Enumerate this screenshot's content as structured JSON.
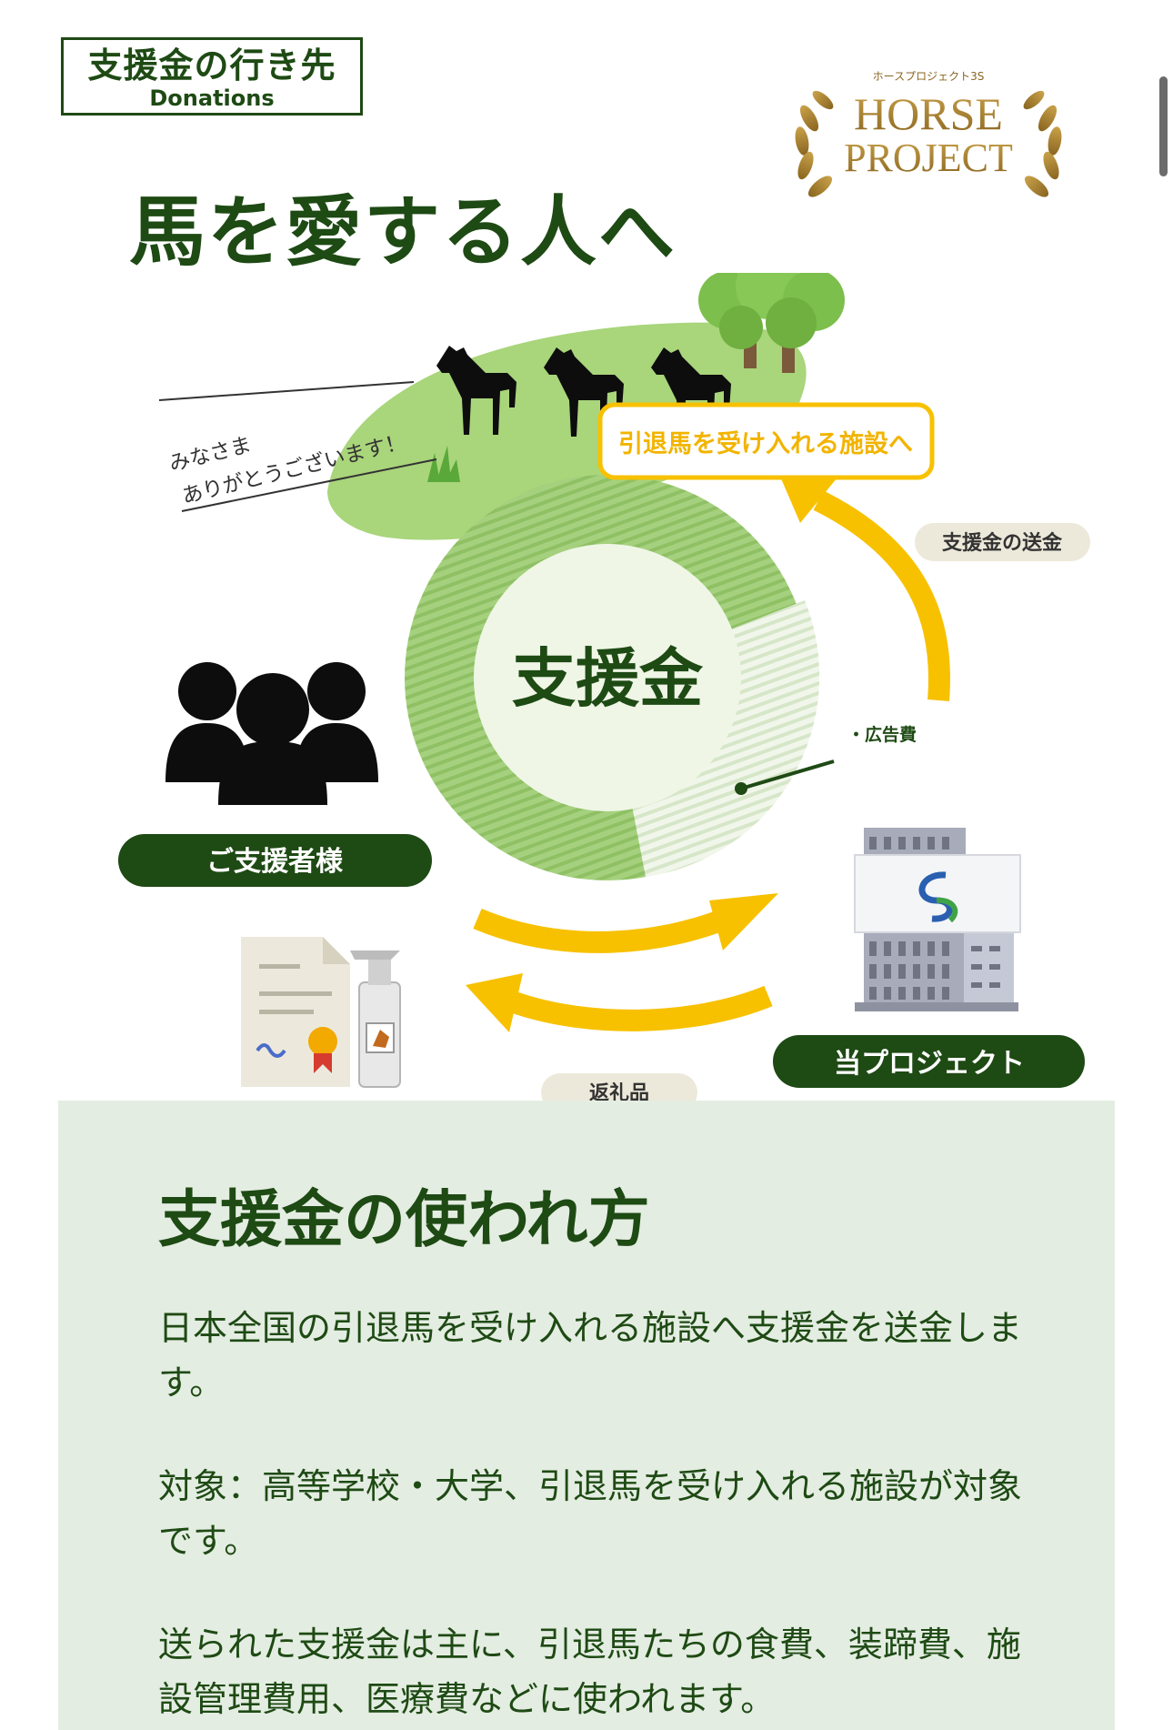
{
  "badge": {
    "title": "支援金の行き先",
    "subtitle": "Donations"
  },
  "logo": {
    "small_text": "ホースプロジェクト3S",
    "line1": "HORSE",
    "line2": "PROJECT"
  },
  "headline": "馬を愛する人へ",
  "diagram": {
    "thanks_line1": "みなさま",
    "thanks_line2": "ありがとうございます！",
    "facility_label": "引退馬を受け入れる施設へ",
    "remittance_label": "支援金の送金",
    "center_label": "支援金",
    "ad_cost_label": "・広告費",
    "supporters_label": "ご支援者様",
    "project_label": "当プロジェクト",
    "gift_label": "返礼品"
  },
  "usage": {
    "title": "支援金の使われ方",
    "paragraphs": [
      "日本全国の引退馬を受け入れる施設へ支援金を送金します。",
      "対象：高等学校・大学、引退馬を受け入れる施設が対象です。",
      "送られた支援金は主に、引退馬たちの食費、装蹄費、施設管理費用、医療費などに使われます。"
    ]
  },
  "colors": {
    "dark_green": "#1e4a14",
    "light_green": "#9ccb6e",
    "yellow": "#f7c100",
    "panel_bg": "#e4ede2"
  }
}
